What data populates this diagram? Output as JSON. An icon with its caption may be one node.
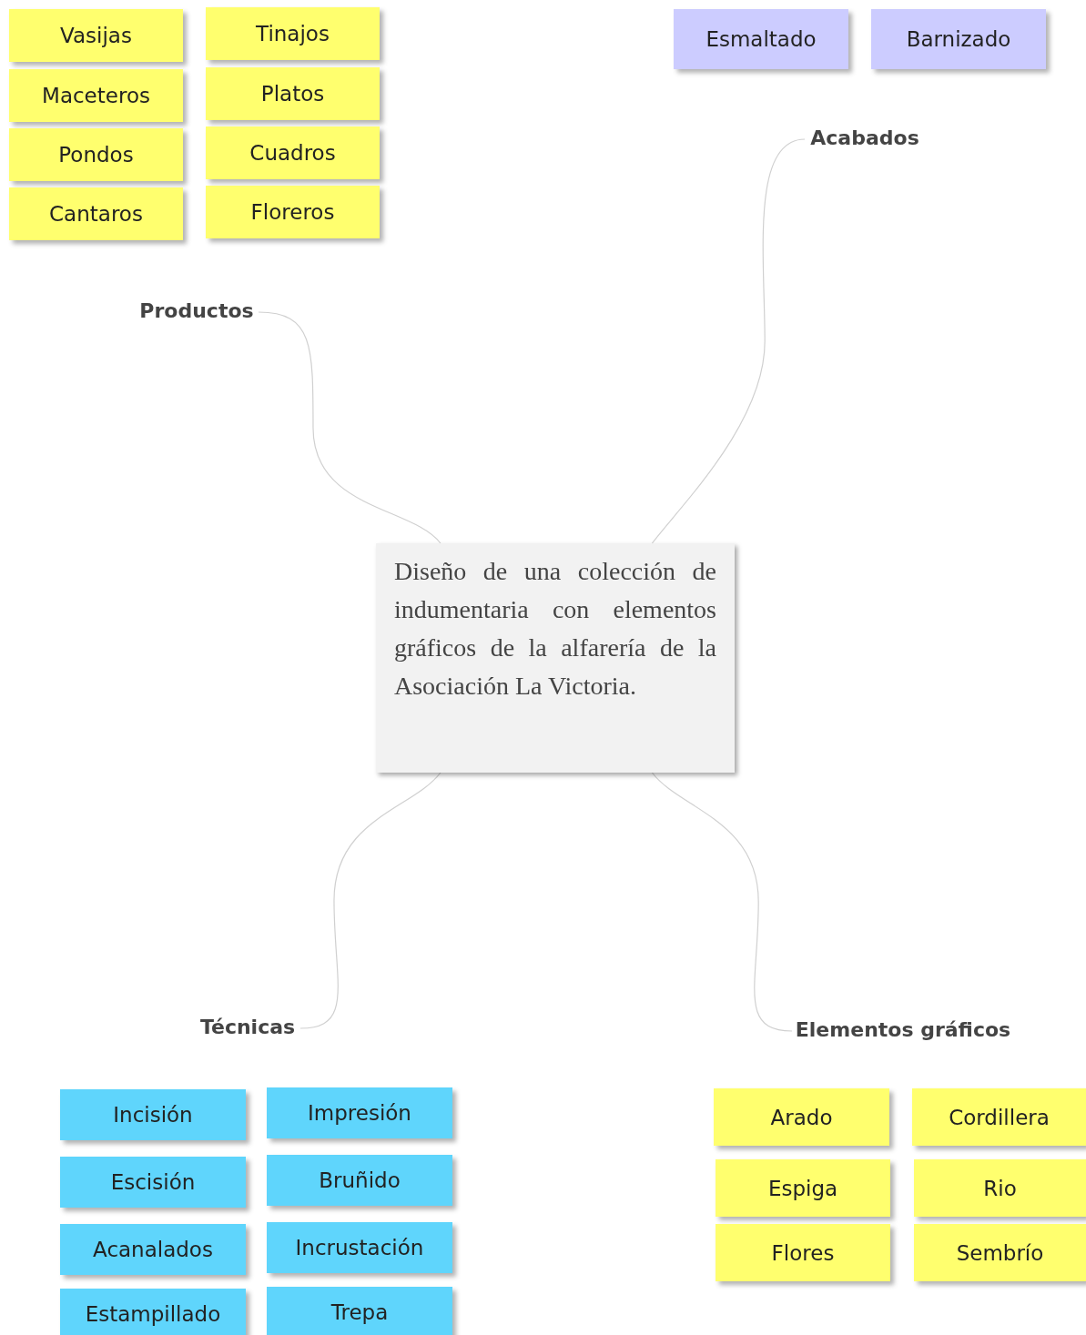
{
  "diagram": {
    "nodes": [
      {
        "text": [
          "Vasijas"
        ]
      },
      {
        "text": [
          "Tinajos"
        ]
      },
      {
        "text": [
          "Maceteros"
        ]
      },
      {
        "text": [
          "Platos"
        ]
      },
      {
        "text": [
          "Pondos"
        ]
      },
      {
        "text": [
          "Cuadros"
        ]
      },
      {
        "text": [
          "Cantaros"
        ]
      },
      {
        "text": [
          "Floreros"
        ]
      },
      {
        "text": [
          "Esmaltado"
        ]
      },
      {
        "text": [
          "Barnizado"
        ]
      },
      {
        "text": [
          "Acabados"
        ]
      },
      {
        "text": [
          "Productos"
        ]
      },
      {
        "text": [
          "Diseño de una colección de indumentaria con elementos gráficos de la alfarería de la Asociación La Victoria."
        ]
      },
      {
        "text": [
          "Técnicas"
        ]
      },
      {
        "text": [
          "Elementos gráficos"
        ]
      },
      {
        "text": [
          "Incisión"
        ]
      },
      {
        "text": [
          "Impresión"
        ]
      },
      {
        "text": [
          "Escisión"
        ]
      },
      {
        "text": [
          "Bruñido"
        ]
      },
      {
        "text": [
          "Acanalados"
        ]
      },
      {
        "text": [
          "Incrustación"
        ]
      },
      {
        "text": [
          "Estampillado"
        ]
      },
      {
        "text": [
          "Trepa"
        ]
      },
      {
        "text": [
          "Arado"
        ]
      },
      {
        "text": [
          "Cordillera"
        ]
      },
      {
        "text": [
          "Espiga"
        ]
      },
      {
        "text": [
          "Rio"
        ]
      },
      {
        "text": [
          "Flores"
        ]
      },
      {
        "text": [
          "Sembrío"
        ]
      }
    ],
    "edges": [
      {
        "from": 12,
        "to": 11,
        "arrow": "none"
      },
      {
        "from": 12,
        "to": 10,
        "arrow": "none"
      },
      {
        "from": 12,
        "to": 13,
        "arrow": "none"
      },
      {
        "from": 12,
        "to": 14,
        "arrow": "none"
      }
    ]
  }
}
